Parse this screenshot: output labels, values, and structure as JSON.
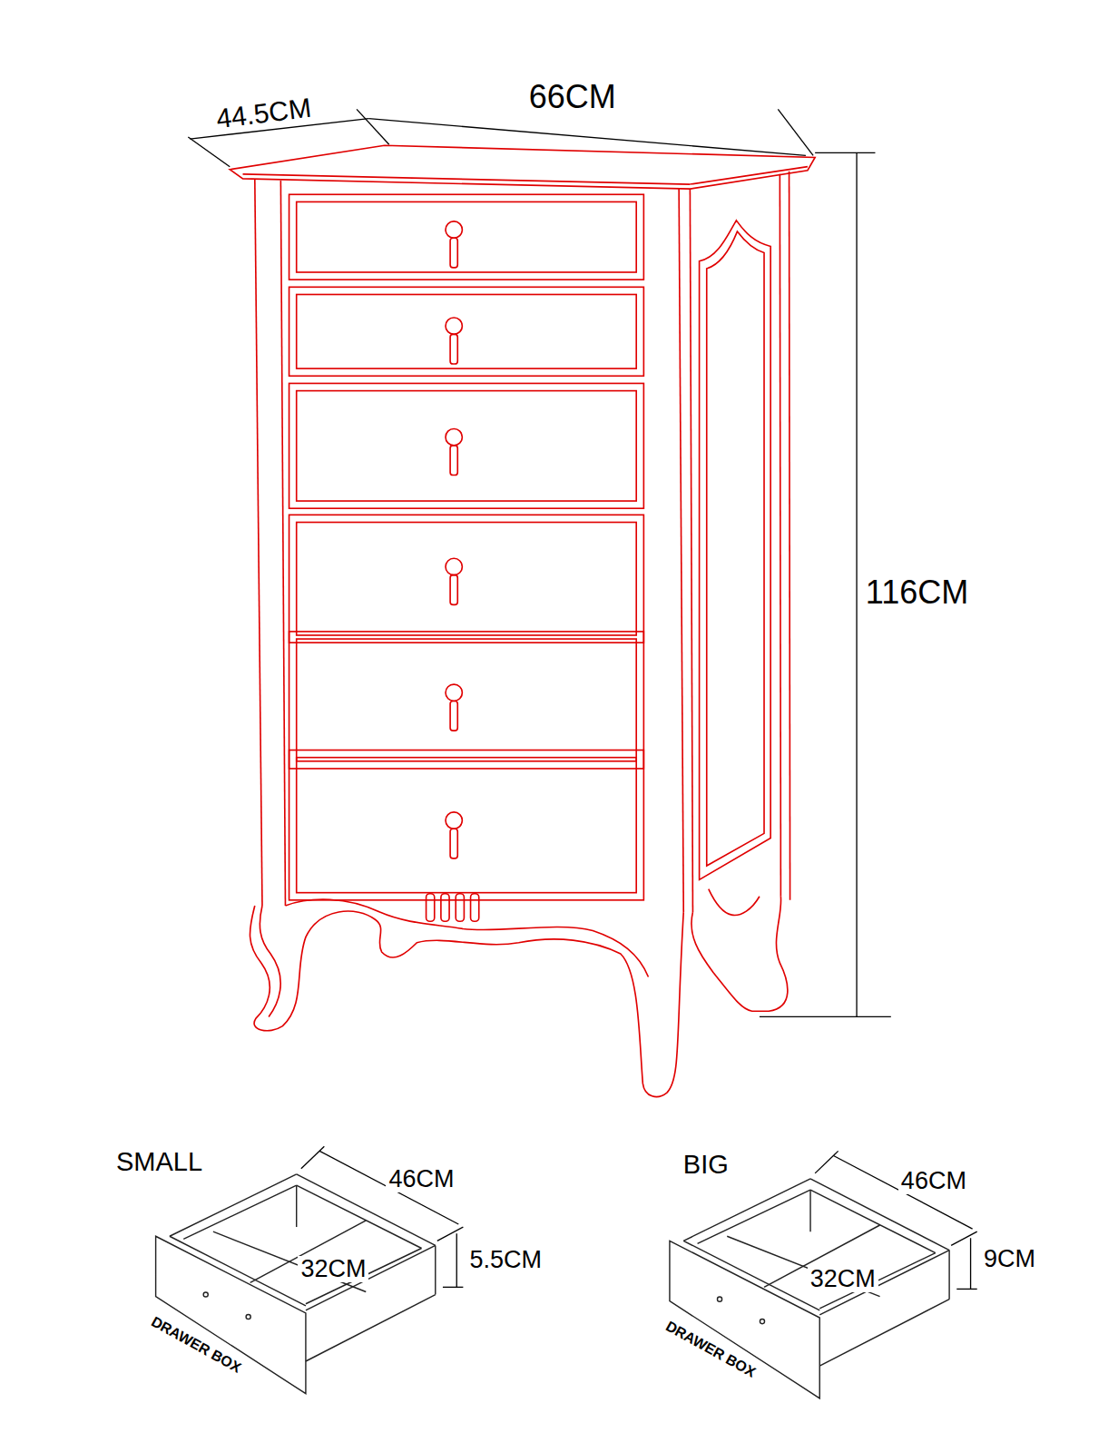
{
  "diagram": {
    "labels": [
      "44.5CM",
      "66CM",
      "116CM",
      "SMALL",
      "46CM",
      "32CM",
      "5.5CM",
      "DRAWER BOX",
      "BIG",
      "46CM",
      "32CM",
      "9CM",
      "DRAWER BOX"
    ]
  }
}
